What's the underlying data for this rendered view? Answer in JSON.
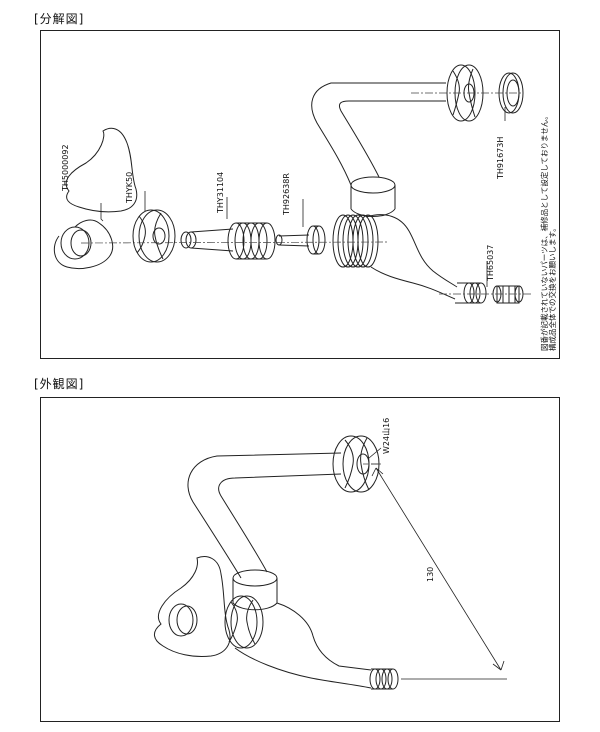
{
  "exploded": {
    "title": "[分解図]",
    "parts": {
      "handle": "TH5000092",
      "cap_nut": "THYK50",
      "spindle": "THY31104",
      "packing": "TH92638R",
      "gasket": "TH91673H",
      "hose_nozzle": "TH65037"
    },
    "note_line1": "図番が記載されていないパーツは、補修品として設定しておりません。",
    "note_line2": "構成品全体での交換をお願いします。"
  },
  "exterior": {
    "title": "[外観図]",
    "thread_label": "W24山16",
    "dimension_label": "130"
  }
}
